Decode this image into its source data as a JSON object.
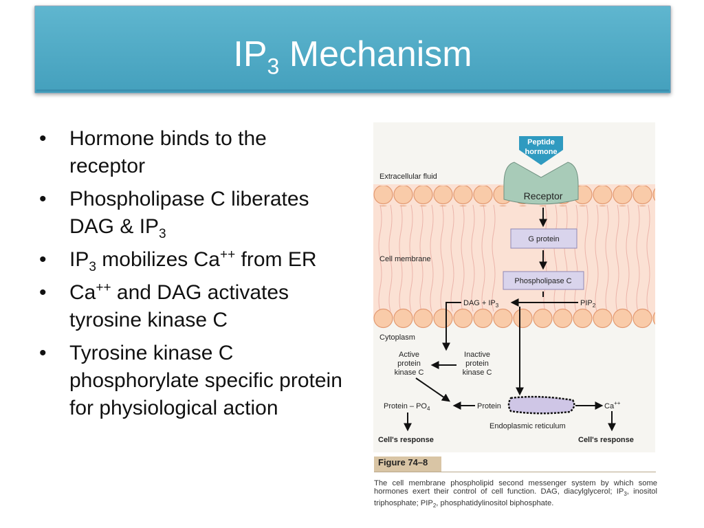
{
  "title": {
    "text": "IP",
    "sub": "3",
    "rest": " Mechanism"
  },
  "bullets": {
    "b1": "Hormone binds to the receptor",
    "b2_main": "Phospholipase C liberates DAG & IP",
    "b2_sub": "3",
    "b3_pre": "IP",
    "b3_sub": "3",
    "b3_mid": " mobilizes Ca",
    "b3_sup": "++",
    "b3_end": " from ER",
    "b4_pre": "Ca",
    "b4_sup": "++",
    "b4_end": " and DAG activates tyrosine kinase C",
    "b5": "Tyrosine kinase C phosphorylate specific protein for physiological action"
  },
  "diagram": {
    "peptide_line1": "Peptide",
    "peptide_line2": "hormone",
    "extracellular": "Extracellular fluid",
    "receptor": "Receptor",
    "g_protein": "G protein",
    "cell_membrane": "Cell membrane",
    "phospholipase": "Phospholipase C",
    "dag_ip3": "DAG + IP",
    "dag_ip3_sub": "3",
    "pip2": "PIP",
    "pip2_sub": "2",
    "cytoplasm": "Cytoplasm",
    "active_1": "Active",
    "active_2": "protein",
    "active_3": "kinase C",
    "inactive_1": "Inactive",
    "inactive_2": "protein",
    "inactive_3": "kinase C",
    "protein_po4": "Protein – PO",
    "protein_po4_sub": "4",
    "protein": "Protein",
    "ca": "Ca",
    "ca_sup": "++",
    "er": "Endoplasmic reticulum",
    "response_left": "Cell's response",
    "response_right": "Cell's response"
  },
  "figure": {
    "label": "Figure 74–8",
    "caption_1": "The cell membrane phospholipid second messenger system by which some hormones exert their control of cell function. DAG, diacylglycerol; IP",
    "caption_sub1": "3",
    "caption_2": ", inositol triphosphate; PIP",
    "caption_sub2": "2",
    "caption_3": ", phosphatidylinositol biphosphate."
  },
  "colors": {
    "title_bar": "#4aa7c3",
    "membrane": "#f7c9b3",
    "hormone": "#2f9ac0",
    "receptor": "#a8cbb8",
    "box_fill": "#d9d4ec"
  }
}
